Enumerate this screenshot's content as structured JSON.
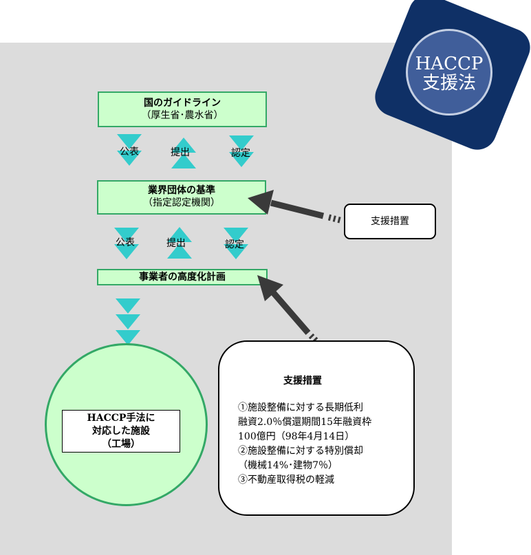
{
  "badge": {
    "line1": "HACCP",
    "line2": "支援法"
  },
  "guideline": {
    "title": "国のガイドライン",
    "sub": "（厚生省･農水省）"
  },
  "standard": {
    "title": "業界団体の基準",
    "sub": "（指定認定機関）"
  },
  "plan": {
    "title": "事業者の高度化計画"
  },
  "arrows1": {
    "a": "公表",
    "b": "提出",
    "c": "認定"
  },
  "arrows2": {
    "a": "公表",
    "b": "提出",
    "c": "認定"
  },
  "facility": {
    "line1": "HACCP手法に",
    "line2": "対応した施設",
    "line3": "（工場）"
  },
  "support_small": {
    "label": "支援措置"
  },
  "support_big": {
    "title": "支援措置",
    "lines": [
      "①施設整備に対する長期低利",
      "融資2.0％償還期間15年融資枠",
      "100億円（98年4月14日）",
      "②施設整備に対する特別償却",
      "（機械14%･建物7％）",
      "③不動産取得税の軽減"
    ]
  }
}
